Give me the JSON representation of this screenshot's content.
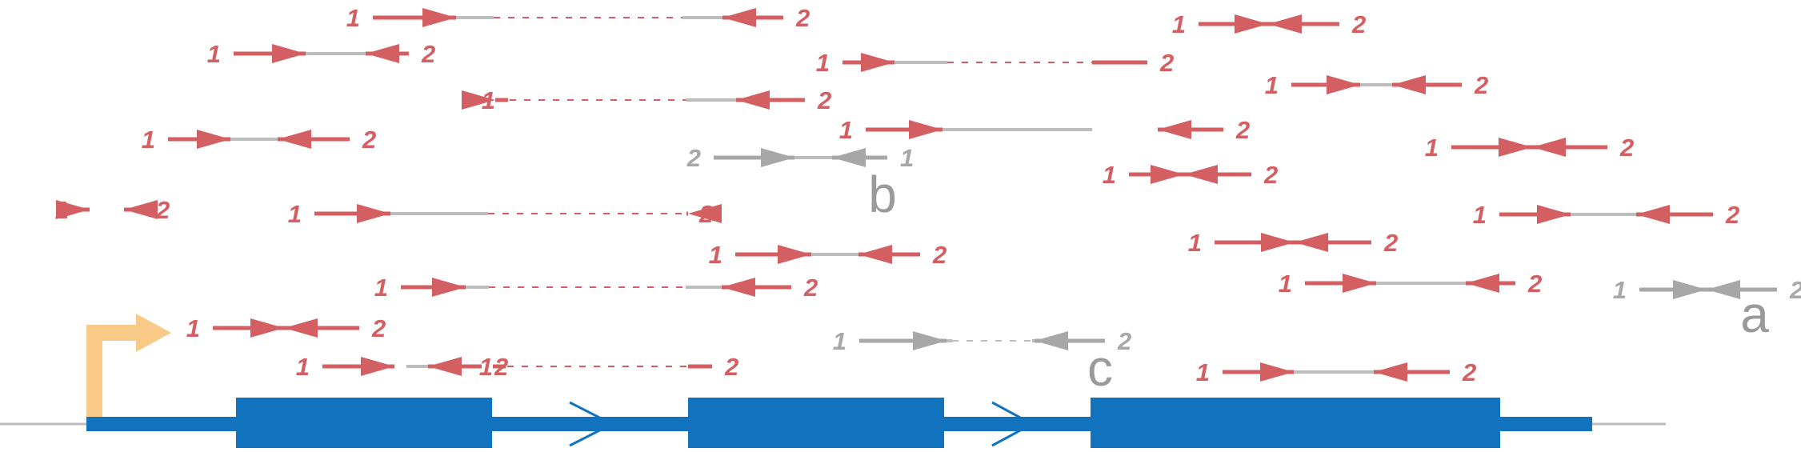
{
  "colors": {
    "read": "#d45f63",
    "grey_read": "#a7a7a7",
    "insert_line": "#bdbdbd",
    "gene": "#1172bd",
    "intron": "#1172bd",
    "baseline": "#bdbdbd",
    "promoter": "#f9c987",
    "annotation_text": "#9a9a9a"
  },
  "icons": [
    "promoter-arrow-icon",
    "intron-chevron-icon",
    "read-arrow-forward-icon",
    "read-arrow-reverse-icon"
  ],
  "pairs": [
    {
      "id": "p01",
      "left_label": "1",
      "right_label": "2"
    },
    {
      "id": "p02",
      "left_label": "1",
      "right_label": "2"
    },
    {
      "id": "p03",
      "left_label": "1",
      "right_label": "2"
    },
    {
      "id": "p04",
      "left_label": "1",
      "right_label": "2"
    },
    {
      "id": "p05",
      "left_label": "1",
      "right_label": "2"
    },
    {
      "id": "p06",
      "left_label": "1",
      "right_label": "2"
    },
    {
      "id": "p07",
      "left_label": "1",
      "right_label": "2"
    },
    {
      "id": "p08",
      "left_label": "1",
      "right_label": "2"
    },
    {
      "id": "p09",
      "left_label": "1",
      "right_label": "2"
    },
    {
      "id": "p10",
      "left_label": "1",
      "right_label": "2"
    },
    {
      "id": "p11",
      "left_label": "1",
      "right_label": "2"
    },
    {
      "id": "p12",
      "left_label": "1",
      "right_label": "2"
    },
    {
      "id": "p13",
      "left_label": "2",
      "right_label": "1"
    },
    {
      "id": "p14",
      "left_label": "1",
      "right_label": "2"
    },
    {
      "id": "p15",
      "left_label": "1",
      "right_label": "2"
    },
    {
      "id": "p16",
      "left_label": "1",
      "right_label": "2"
    },
    {
      "id": "p17",
      "left_label": "1",
      "right_label": "2"
    },
    {
      "id": "p18",
      "left_label": "1",
      "right_label": "2"
    },
    {
      "id": "p19",
      "left_label": "1",
      "right_label": "2"
    },
    {
      "id": "p20",
      "left_label": "1",
      "right_label": "2"
    },
    {
      "id": "p21",
      "left_label": "1",
      "right_label": "2"
    },
    {
      "id": "p22",
      "left_label": "1",
      "right_label": "2"
    },
    {
      "id": "p23",
      "left_label": "1",
      "right_label": "2"
    },
    {
      "id": "p24",
      "left_label": "1",
      "right_label": "2"
    }
  ],
  "annotations": {
    "a": "a",
    "b": "b",
    "c": "c"
  }
}
